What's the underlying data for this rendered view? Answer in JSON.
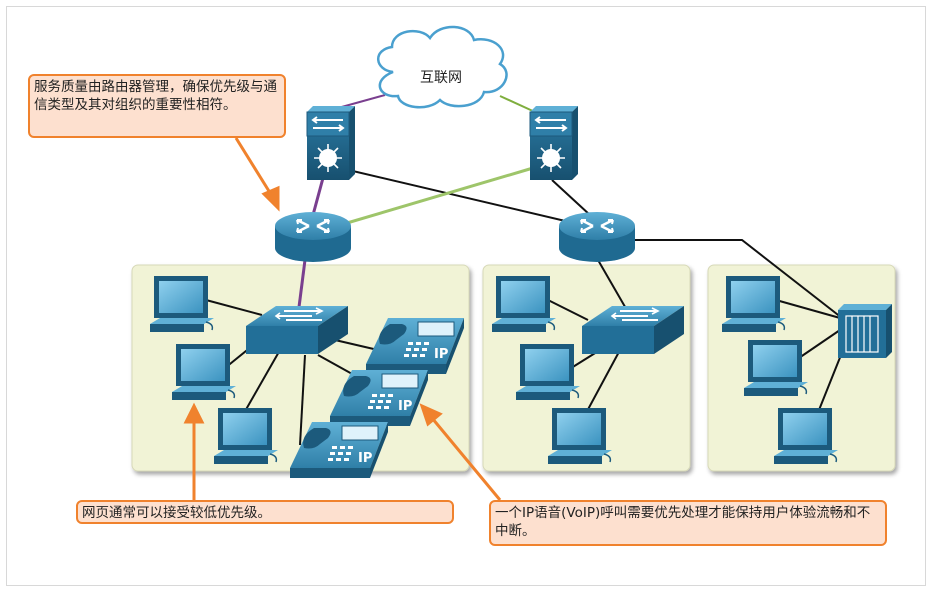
{
  "cloud": {
    "label": "互联网"
  },
  "callouts": {
    "qos": "服务质量由路由器管理，确保优先级与通信类型及其对组织的重要性相符。",
    "web": "网页通常可以接受较低优先级。",
    "voip": "一个IP语音(VoIP)呼叫需要优先处理才能保持用户体验流畅和不中断。"
  },
  "phones": {
    "label": "IP"
  },
  "colors": {
    "callout_border": "#f0822d",
    "callout_fill": "#fde0cf",
    "lan_area": "#f1f3d6",
    "device": "#2f7fa8"
  }
}
